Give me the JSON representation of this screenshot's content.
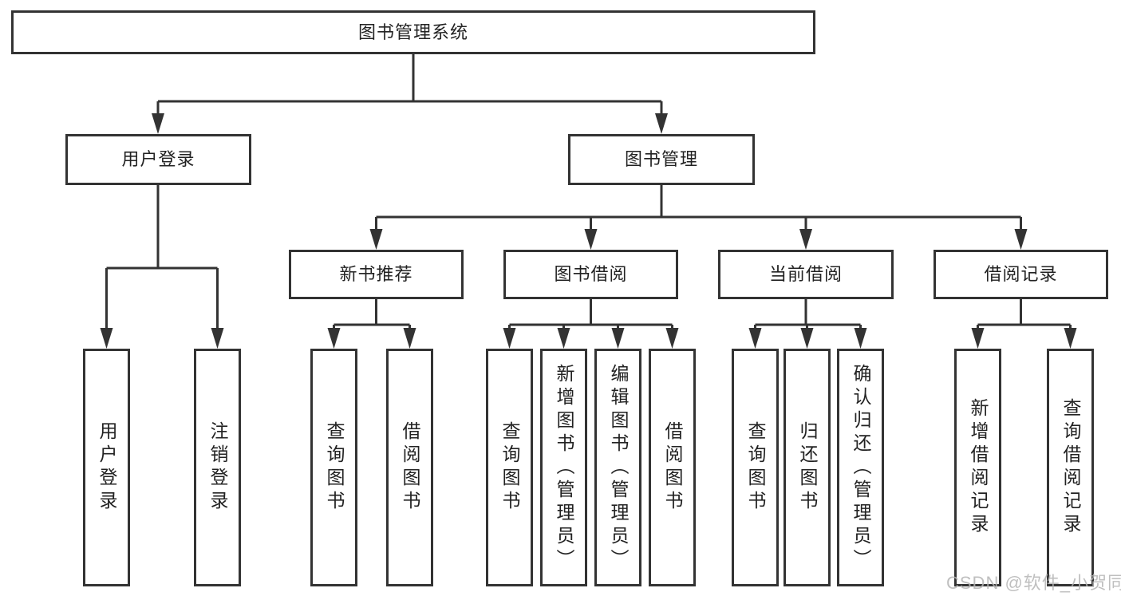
{
  "diagram": {
    "root": {
      "label": "图书管理系统"
    },
    "level2": [
      {
        "id": "user-login",
        "label": "用户登录"
      },
      {
        "id": "book-management",
        "label": "图书管理"
      }
    ],
    "level3": [
      {
        "id": "new-book-recommend",
        "label": "新书推荐"
      },
      {
        "id": "book-borrowing",
        "label": "图书借阅"
      },
      {
        "id": "current-borrowing",
        "label": "当前借阅"
      },
      {
        "id": "borrowing-records",
        "label": "借阅记录"
      }
    ],
    "leaves": {
      "user_login": [
        "用户登录",
        "注销登录"
      ],
      "new_book_recommend": [
        "查询图书",
        "借阅图书"
      ],
      "book_borrowing": [
        "查询图书",
        "新增图书（管理员）",
        "编辑图书（管理员）",
        "借阅图书"
      ],
      "current_borrowing": [
        "查询图书",
        "归还图书",
        "确认归还（管理员）"
      ],
      "borrowing_records": [
        "新增借阅记录",
        "查询借阅记录"
      ]
    }
  },
  "watermark": {
    "text": "CSDN @软件_小贺同学"
  },
  "colors": {
    "line": "#333333",
    "text": "#222222",
    "watermark": "#b5b5b5",
    "background": "#ffffff"
  }
}
